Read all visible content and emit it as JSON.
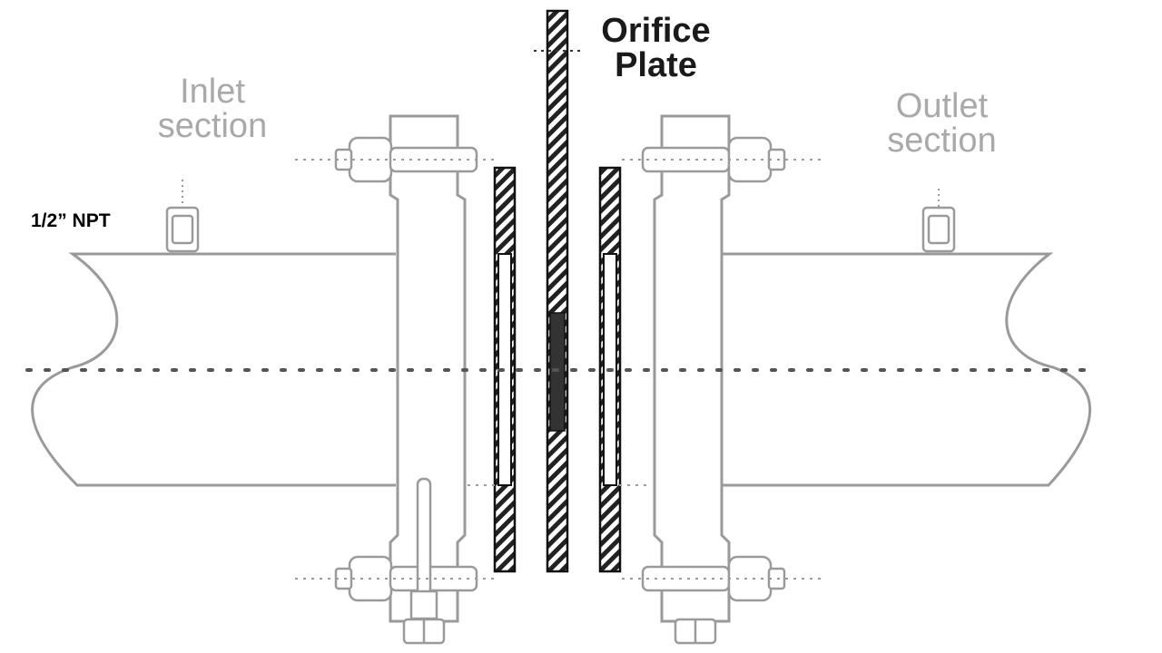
{
  "labels": {
    "inlet": [
      "Inlet",
      "section"
    ],
    "outlet": [
      "Outlet",
      "section"
    ],
    "orifice": [
      "Orifice",
      "Plate"
    ],
    "npt": "1/2” NPT"
  },
  "colors": {
    "pipe_stroke": "#9a9a9a",
    "dotted_line": "#555555",
    "hatch_fill": "#222222",
    "label_gray": "#a9a9a9",
    "label_dark": "#1a1a1a"
  }
}
